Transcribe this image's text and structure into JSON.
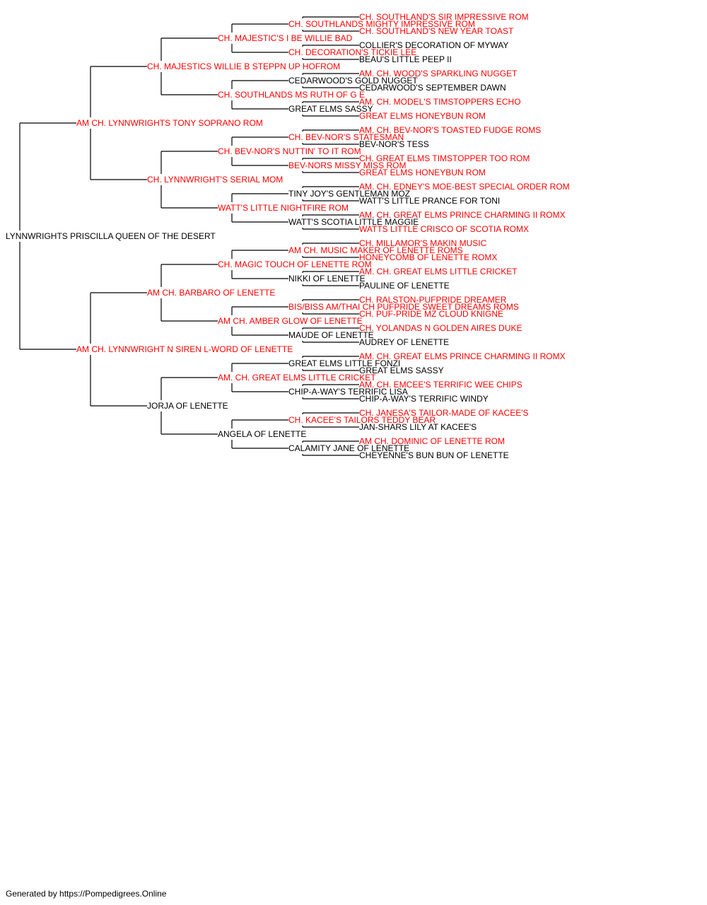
{
  "colors": {
    "champion": "#ff0000",
    "regular": "#000000",
    "lines": "#000000"
  },
  "subject": {
    "name": "LYNNWRIGHTS PRISCILLA QUEEN OF THE DESERT",
    "champion": false
  },
  "pedigree": [
    {
      "name": "AM CH. LYNNWRIGHTS TONY SOPRANO ROM",
      "champion": true
    },
    {
      "name": "AM CH. LYNNWRIGHT N SIREN L-WORD OF LENETTE",
      "champion": true
    },
    {
      "name": "CH. MAJESTICS WILLIE B STEPPN UP HOFROM",
      "champion": true
    },
    {
      "name": "CH. LYNNWRIGHT'S SERIAL MOM",
      "champion": true
    },
    {
      "name": "AM CH. BARBARO OF LENETTE",
      "champion": true
    },
    {
      "name": "JORJA OF LENETTE",
      "champion": false
    },
    {
      "name": "CH. MAJESTIC'S I BE WILLIE BAD",
      "champion": true
    },
    {
      "name": "CH. SOUTHLANDS MS RUTH OF G E",
      "champion": true
    },
    {
      "name": "CH. BEV-NOR'S NUTTIN' TO IT ROM",
      "champion": true
    },
    {
      "name": "WATT'S LITTLE NIGHTFIRE ROM",
      "champion": true
    },
    {
      "name": "CH. MAGIC TOUCH OF LENETTE ROM",
      "champion": true
    },
    {
      "name": "AM CH. AMBER GLOW OF LENETTE",
      "champion": true
    },
    {
      "name": "AM. CH. GREAT ELMS LITTLE CRICKET",
      "champion": true
    },
    {
      "name": "ANGELA OF LENETTE",
      "champion": false
    },
    {
      "name": "CH. SOUTHLANDS MIGHTY IMPRESSIVE ROM",
      "champion": true
    },
    {
      "name": "CH. DECORATION'S TICKIE LEE",
      "champion": true
    },
    {
      "name": "CEDARWOOD'S GOLD NUGGET",
      "champion": false
    },
    {
      "name": "GREAT ELMS SASSY",
      "champion": false
    },
    {
      "name": "CH. BEV-NOR'S STATESMAN",
      "champion": true
    },
    {
      "name": "BEV-NORS MISSY MISS ROM",
      "champion": true
    },
    {
      "name": "TINY JOY'S GENTLEMAN MOZ",
      "champion": false
    },
    {
      "name": "WATT'S SCOTIA LITTLE MAGGIE",
      "champion": false
    },
    {
      "name": "AM CH. MUSIC MAKER OF LENETTE ROMS",
      "champion": true
    },
    {
      "name": "NIKKI OF LENETTE",
      "champion": false
    },
    {
      "name": "BIS/BISS AM/THAI CH PUFPRIDE SWEET DREAMS ROMS",
      "champion": true
    },
    {
      "name": "MAUDE OF LENETTE",
      "champion": false
    },
    {
      "name": "GREAT ELMS LITTLE FONZI",
      "champion": false
    },
    {
      "name": "CHIP-A-WAY'S TERRIFIC LISA",
      "champion": false
    },
    {
      "name": "CH. KACEE'S TAILORS TEDDY BEAR",
      "champion": true
    },
    {
      "name": "CALAMITY JANE OF LENETTE",
      "champion": false
    },
    {
      "name": "CH. SOUTHLAND'S SIR IMPRESSIVE ROM",
      "champion": true
    },
    {
      "name": "CH. SOUTHLAND'S NEW YEAR TOAST",
      "champion": true
    },
    {
      "name": "COLLIER'S DECORATION OF MYWAY",
      "champion": false
    },
    {
      "name": "BEAU'S LITTLE PEEP II",
      "champion": false
    },
    {
      "name": "AM. CH. WOOD'S SPARKLING NUGGET",
      "champion": true
    },
    {
      "name": "CEDARWOOD'S SEPTEMBER DAWN",
      "champion": false
    },
    {
      "name": "AM. CH. MODEL'S TIMSTOPPERS ECHO",
      "champion": true
    },
    {
      "name": "GREAT ELMS HONEYBUN ROM",
      "champion": true
    },
    {
      "name": "AM. CH. BEV-NOR'S TOASTED FUDGE ROMS",
      "champion": true
    },
    {
      "name": "BEV-NOR'S TESS",
      "champion": false
    },
    {
      "name": "CH. GREAT ELMS TIMSTOPPER TOO ROM",
      "champion": true
    },
    {
      "name": "GREAT ELMS HONEYBUN ROM",
      "champion": true
    },
    {
      "name": "AM. CH. EDNEY'S MOE-BEST SPECIAL ORDER ROM",
      "champion": true
    },
    {
      "name": "WATT'S LITTLE PRANCE FOR TONI",
      "champion": false
    },
    {
      "name": "AM. CH. GREAT ELMS PRINCE CHARMING II ROMX",
      "champion": true
    },
    {
      "name": "WATTS LITTLE CRISCO OF SCOTIA ROMX",
      "champion": true
    },
    {
      "name": "CH. MILLAMOR'S MAKIN MUSIC",
      "champion": true
    },
    {
      "name": "HONEYCOMB OF LENETTE ROMX",
      "champion": true
    },
    {
      "name": "AM. CH. GREAT ELMS LITTLE CRICKET",
      "champion": true
    },
    {
      "name": "PAULINE OF LENETTE",
      "champion": false
    },
    {
      "name": "CH. RALSTON-PUFPRIDE DREAMER",
      "champion": true
    },
    {
      "name": "CH. PUF-PRIDE MZ CLOUD KNIGNE",
      "champion": true
    },
    {
      "name": "CH. YOLANDAS N GOLDEN AIRES DUKE",
      "champion": true
    },
    {
      "name": "AUDREY OF LENETTE",
      "champion": false
    },
    {
      "name": "AM. CH. GREAT ELMS PRINCE CHARMING II ROMX",
      "champion": true
    },
    {
      "name": "GREAT ELMS SASSY",
      "champion": false
    },
    {
      "name": "AM. CH. EMCEE'S TERRIFIC WEE CHIPS",
      "champion": true
    },
    {
      "name": "CHIP-A-WAY'S TERRIFIC WINDY",
      "champion": false
    },
    {
      "name": "CH. JANESA'S TAILOR-MADE OF KACEE'S",
      "champion": true
    },
    {
      "name": "JAN-SHARS LILY AT KACEE'S",
      "champion": false
    },
    {
      "name": "AM CH. DOMINIC OF LENETTE ROM",
      "champion": true
    },
    {
      "name": "CHEYENNE'S BUN BUN OF LENETTE",
      "champion": false
    }
  ],
  "footer": "Generated by https://Pompedigrees.Online"
}
